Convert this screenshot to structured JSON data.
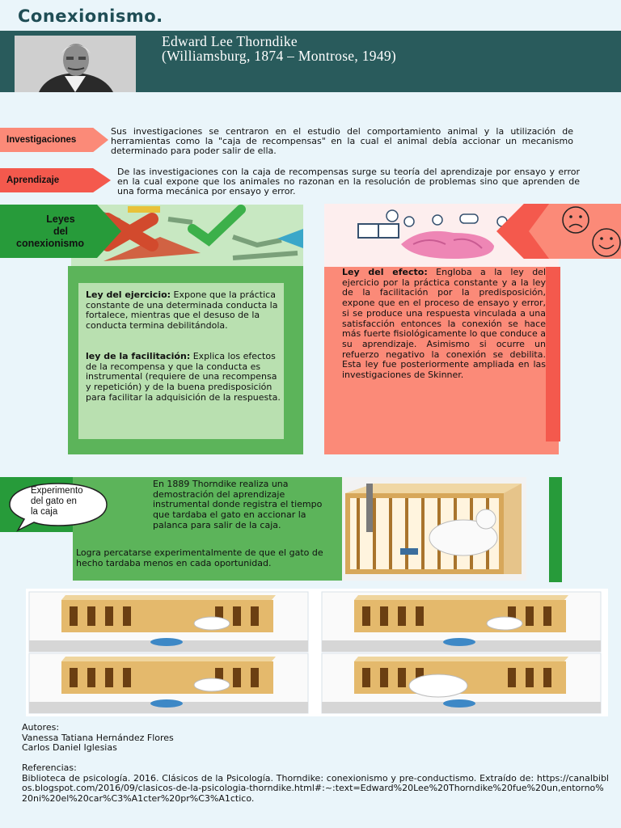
{
  "title": "Conexionismo.",
  "header": {
    "name": "Edward Lee Thorndike",
    "dates": "(Williamsburg, 1874 – Montrose, 1949)"
  },
  "intro": [
    {
      "tag": "Investigaciones",
      "text": "Sus investigaciones se centraron en el estudio del comportamiento animal y la utilización de herramientas como la \"caja de recompensas\" en la cual el animal debía accionar un mecanismo determinado para poder salir de ella."
    },
    {
      "tag": "Aprendizaje",
      "text": "De las investigaciones con la caja de recompensas surge su teoría del aprendizaje por ensayo y error en la cual expone que los animales no razonan en la resolución de problemas sino que aprenden de una forma mecánica por ensayo y error."
    }
  ],
  "laws": {
    "heading_lines": [
      "Leyes",
      "del",
      "conexionismo"
    ],
    "ejercicio_title": "Ley del ejercicio:",
    "ejercicio_text": " Expone que la práctica constante de una determinada conducta la fortalece, mientras que el desuso de la conducta termina debilitándola.",
    "facilitacion_title": "ley de la facilitación:",
    "facilitacion_text": " Explica los efectos de la recompensa y que la conducta es instrumental (requiere de una recompensa y repetición) y de la buena predisposición para facilitar la adquisición de la respuesta.",
    "efecto_title": "Ley del efecto:",
    "efecto_text": " Engloba a la ley del ejercicio por la práctica constante y a la ley de la facilitación por la predisposición, expone que en el proceso de ensayo y error, si se produce una respuesta vinculada a una satisfacción entonces la conexión se hace más fuerte fisiológicamente lo que conduce a su aprendizaje. Asimismo si ocurre un refuerzo negativo la conexión se debilita. Esta ley fue posteriormente ampliada en las investigaciones de Skinner."
  },
  "experiment": {
    "bubble_lines": [
      "Experimento",
      "del gato en",
      "la caja"
    ],
    "text1": "En 1889 Thorndike realiza una demostración del aprendizaje instrumental donde registra el tiempo que tardaba el gato en accionar la palanca para salir de la caja.",
    "text2": "Logra percatarse experimentalmente de que el gato de hecho tardaba menos en cada oportunidad."
  },
  "authors": {
    "label": "Autores:",
    "names": [
      "Vanessa Tatiana Hernández Flores",
      "Carlos Daniel Iglesias"
    ]
  },
  "references": {
    "label": "Referencias:",
    "text": "Biblioteca de psicología. 2016. Clásicos de la Psicología. Thorndike: conexionismo y pre-conductismo. Extraído de: https://canalbiblos.blogspot.com/2016/09/clasicos-de-la-psicologia-thorndike.html#:~:text=Edward%20Lee%20Thorndike%20fue%20un,entorno%20ni%20el%20car%C3%A1cter%20pr%C3%A1ctico."
  },
  "colors": {
    "teal": "#295b5c",
    "green": "#5cb45a",
    "salmon": "#fb8a78",
    "red": "#f4594d"
  }
}
